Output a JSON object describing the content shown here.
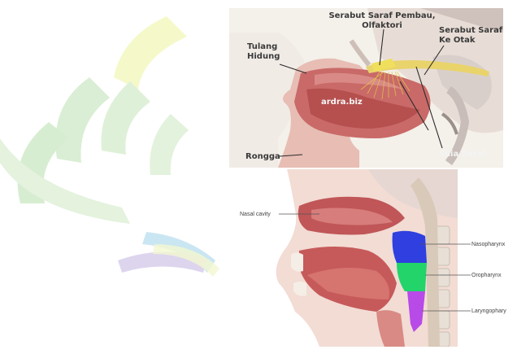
{
  "top_panel": {
    "labels": {
      "olfactory_nerve": "Serabut Saraf Pembau,\nOlfaktori",
      "nerve_to_brain": "Serabut Saraf\nKe Otak",
      "nasal_bone": "Tulang\nHidung",
      "nasal_cavity": "Rongga",
      "cilia": "Silia Saraf"
    },
    "watermark": "ardra.biz"
  },
  "bottom_panel": {
    "labels": {
      "nasal_cavity": "Nasal cavity",
      "nasopharynx": "Nasopharynx",
      "oropharynx": "Oropharynx",
      "laryngopharynx": "Laryngopharynx"
    },
    "region_colors": {
      "nasopharynx": "#2f3fe0",
      "oropharynx": "#22d46a",
      "laryngopharynx": "#b84ae8"
    }
  },
  "logo_colors": {
    "green": "#dff0dc",
    "yellow": "#f5f8c8",
    "blue": "#cfe7f4",
    "purple": "#ddd6ee"
  }
}
